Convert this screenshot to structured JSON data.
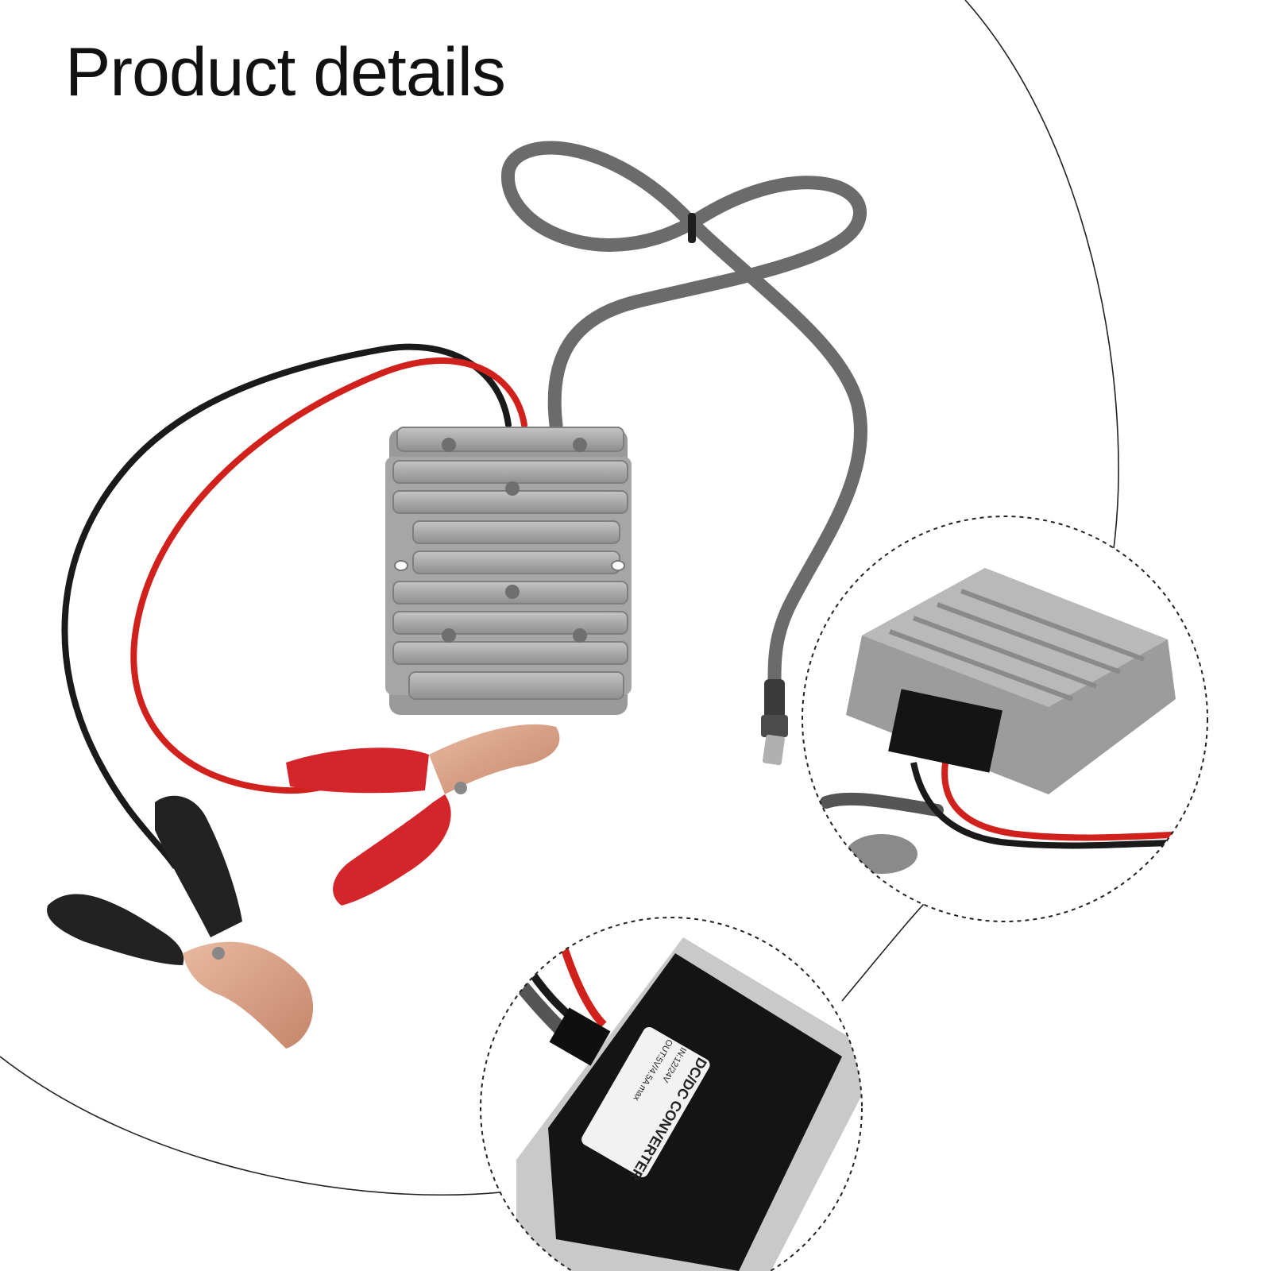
{
  "page": {
    "title": "Product details"
  },
  "label": {
    "line1": "DC/DC CONVERTER",
    "line2": "IN:12/24V",
    "line3": "OUT:5V/4.5A max"
  },
  "colors": {
    "background": "#ffffff",
    "housing": "#a9a9a9",
    "cable_gray": "#6b6b6b",
    "wire_red": "#d0211c",
    "wire_black": "#1a1a1a",
    "clip_copper": "#d9a184",
    "sleeve_red": "#d4262a",
    "sleeve_black": "#222222"
  }
}
